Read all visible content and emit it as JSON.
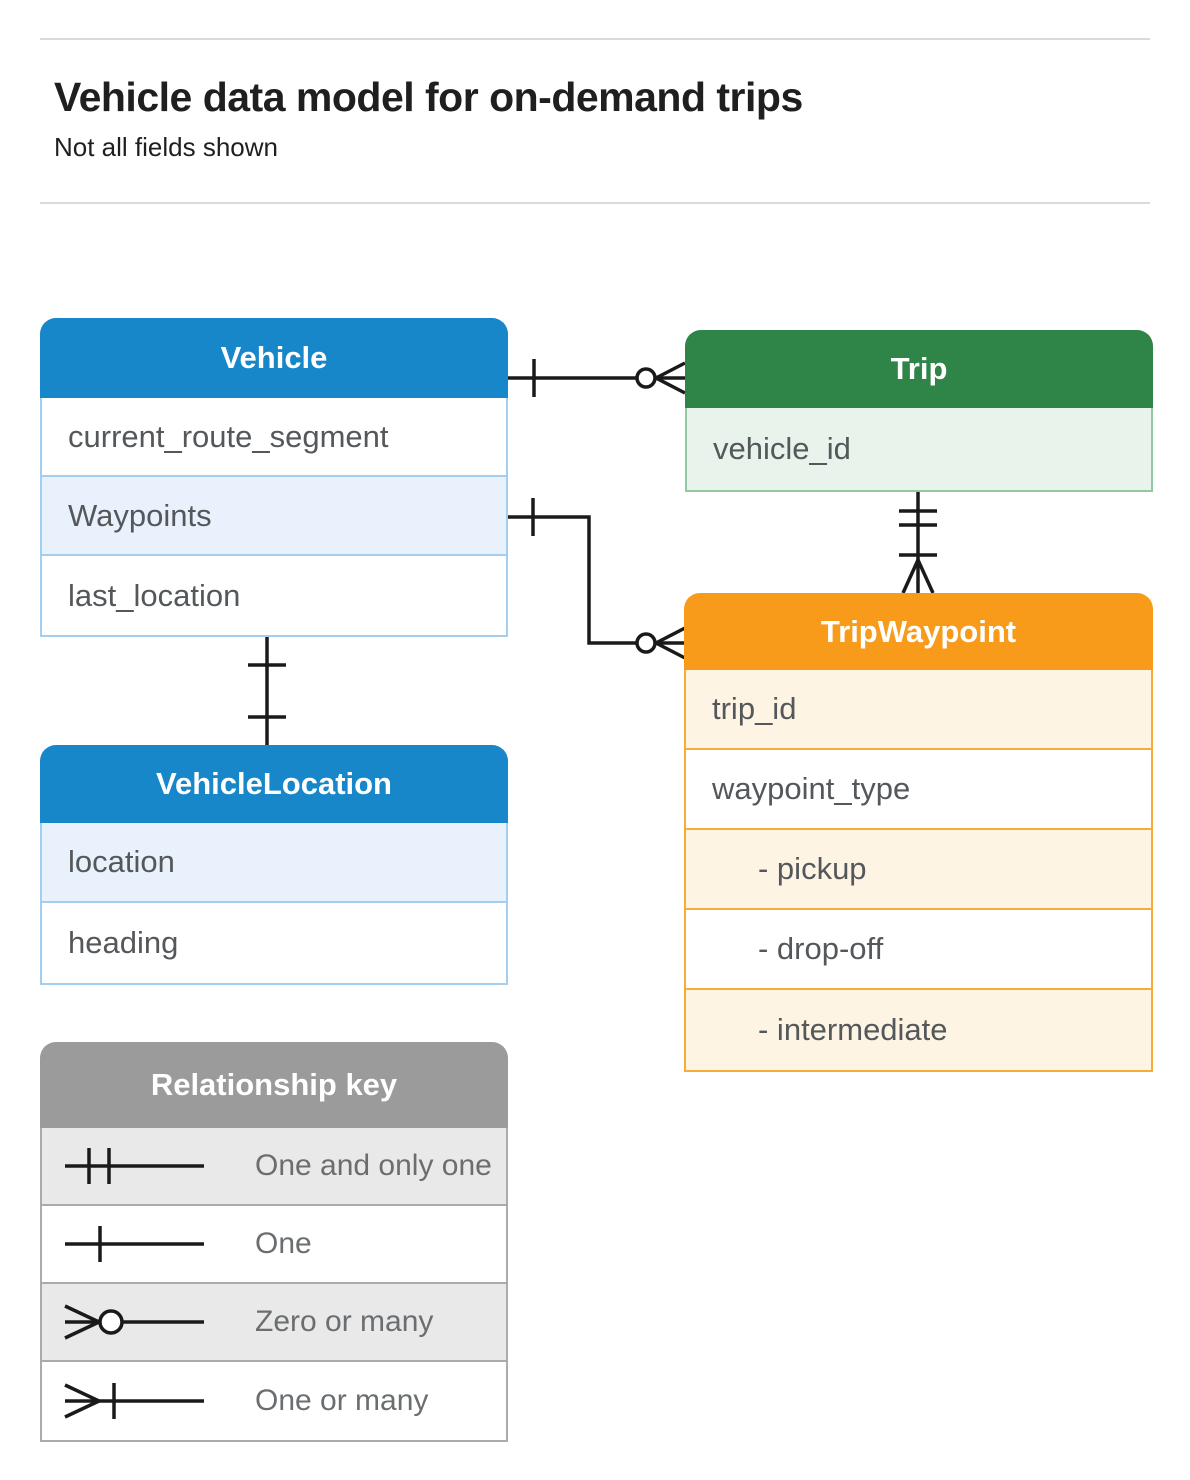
{
  "header": {
    "title": "Vehicle data model for on-demand trips",
    "subtitle": "Not all fields shown"
  },
  "colors": {
    "blue": "#1787c9",
    "blue_light": "#e9f2fc",
    "blue_border": "#a5cdee",
    "green": "#2e8547",
    "green_light": "#e8f3eb",
    "green_border": "#93c9a2",
    "orange": "#f89b1b",
    "orange_light": "#fdf4e3",
    "orange_border": "#f6ac38",
    "gray": "#9b9b9b",
    "gray_light": "#e9e9e9",
    "gray_border": "#ababab",
    "field_text": "#55585b",
    "legend_text": "#6b6e70",
    "title_text": "#1f1f1f",
    "rule": "#dadada",
    "line": "#1a1a1a"
  },
  "entities": {
    "vehicle": {
      "title": "Vehicle",
      "fields": [
        {
          "label": "current_route_segment"
        },
        {
          "label": "Waypoints"
        },
        {
          "label": "last_location"
        }
      ]
    },
    "trip": {
      "title": "Trip",
      "fields": [
        {
          "label": "vehicle_id"
        }
      ]
    },
    "trip_waypoint": {
      "title": "TripWaypoint",
      "fields": [
        {
          "label": "trip_id"
        },
        {
          "label": "waypoint_type"
        },
        {
          "label": "- pickup"
        },
        {
          "label": "- drop-off"
        },
        {
          "label": "- intermediate"
        }
      ]
    },
    "vehicle_location": {
      "title": "VehicleLocation",
      "fields": [
        {
          "label": "location"
        },
        {
          "label": "heading"
        }
      ]
    }
  },
  "legend": {
    "title": "Relationship key",
    "items": [
      {
        "symbol": "one-and-only-one",
        "label": "One and only one"
      },
      {
        "symbol": "one",
        "label": "One"
      },
      {
        "symbol": "zero-or-many",
        "label": "Zero or many"
      },
      {
        "symbol": "one-or-many",
        "label": "One or many"
      }
    ]
  },
  "relationships": [
    {
      "from": "Vehicle",
      "to": "Trip",
      "from_end": "one",
      "to_end": "zero-or-many"
    },
    {
      "from": "Vehicle.Waypoints",
      "to": "TripWaypoint",
      "from_end": "one",
      "to_end": "zero-or-many"
    },
    {
      "from": "Trip",
      "to": "TripWaypoint",
      "from_end": "one-and-only-one",
      "to_end": "one-or-many"
    },
    {
      "from": "Vehicle",
      "to": "VehicleLocation",
      "from_end": "one",
      "to_end": "one"
    }
  ]
}
